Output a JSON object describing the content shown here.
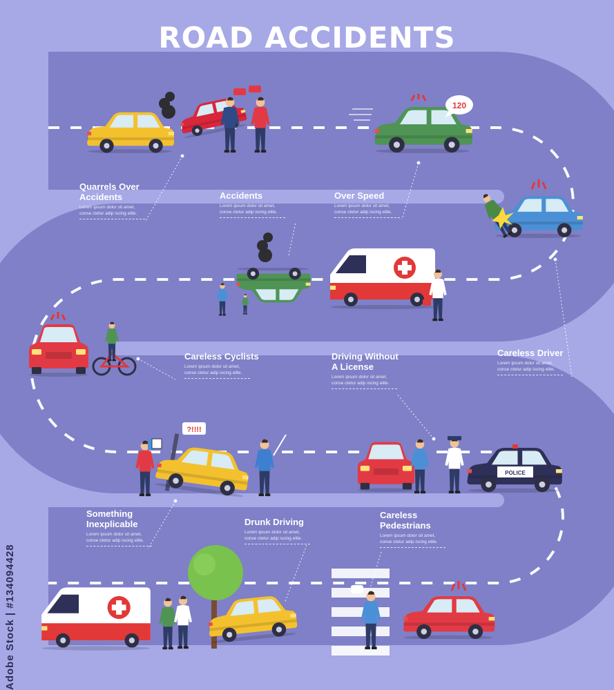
{
  "title": "ROAD ACCIDENTS",
  "colors": {
    "background": "#a7a8e6",
    "road": "#7f80c7",
    "lane": "#ffffff",
    "text": "#ffffff"
  },
  "labels": [
    {
      "id": "quarrels",
      "head": "Quarrels Over\nAccidents",
      "body": "Lorem ipsum dolor sit amet,\nconse ctetur adip iscing elite."
    },
    {
      "id": "accidents",
      "head": "Accidents",
      "body": "Lorem ipsum dolor sit amet,\nconse ctetur adip iscing elite."
    },
    {
      "id": "overspeed",
      "head": "Over Speed",
      "body": "Lorem ipsum dolor sit amet,\nconse ctetur adip iscing elite."
    },
    {
      "id": "cyclists",
      "head": "Careless Cyclists",
      "body": "Lorem ipsum dolor sit amet,\nconse ctetur adip iscing elite."
    },
    {
      "id": "license",
      "head": "Driving Without\nA License",
      "body": "Lorem ipsum dolor sit amet,\nconse ctetur adip iscing elite."
    },
    {
      "id": "driver",
      "head": "Careless Driver",
      "body": "Lorem ipsum dolor sit amet,\nconse ctetur adip iscing elite."
    },
    {
      "id": "inexplicable",
      "head": "Something\nInexplicable",
      "body": "Lorem ipsum dolor sit amet,\nconse ctetur adip iscing elite."
    },
    {
      "id": "drunk",
      "head": "Drunk Driving",
      "body": "Lorem ipsum dolor sit amet,\nconse ctetur adip iscing elite."
    },
    {
      "id": "pedestrians",
      "head": "Careless\nPedestrians",
      "body": "Lorem ipsum dolor sit amet,\nconse ctetur adip iscing elite."
    }
  ],
  "bubbles": {
    "speed": "120",
    "exclaim": "?!!!!",
    "police": "POLICE"
  },
  "watermark": "Adobe Stock | #134094428"
}
